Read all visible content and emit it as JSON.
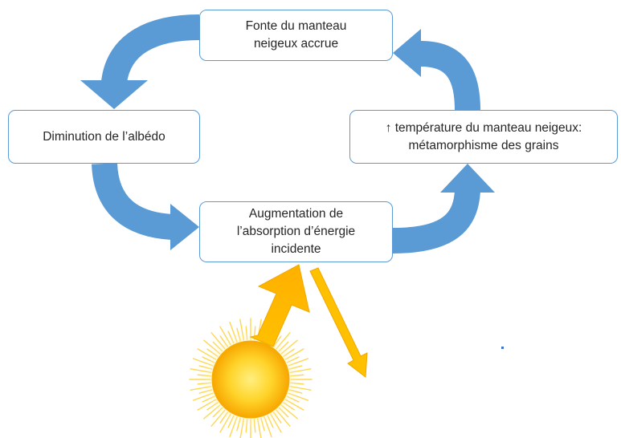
{
  "diagram": {
    "nodes": {
      "fonte": {
        "line1": "Fonte du manteau",
        "line2": "neigeux accrue"
      },
      "diminution": {
        "line1": "Diminution de l’albédo"
      },
      "temperature": {
        "line1": "↑ température du manteau neigeux:",
        "line2": "métamorphisme des grains"
      },
      "augmentation": {
        "line1": "Augmentation de",
        "line2": "l’absorption d’énergie",
        "line3": "incidente"
      }
    },
    "cycle": [
      "fonte",
      "diminution",
      "augmentation",
      "temperature",
      "fonte"
    ],
    "colors": {
      "cycle_arrow": "#5b9bd5",
      "box_border": "#5b9bd5",
      "sun": "#ffc000",
      "incoming_arrow": "#ffc000",
      "reflected_arrow": "#ffc000"
    },
    "icons": [
      "sun-icon"
    ]
  }
}
